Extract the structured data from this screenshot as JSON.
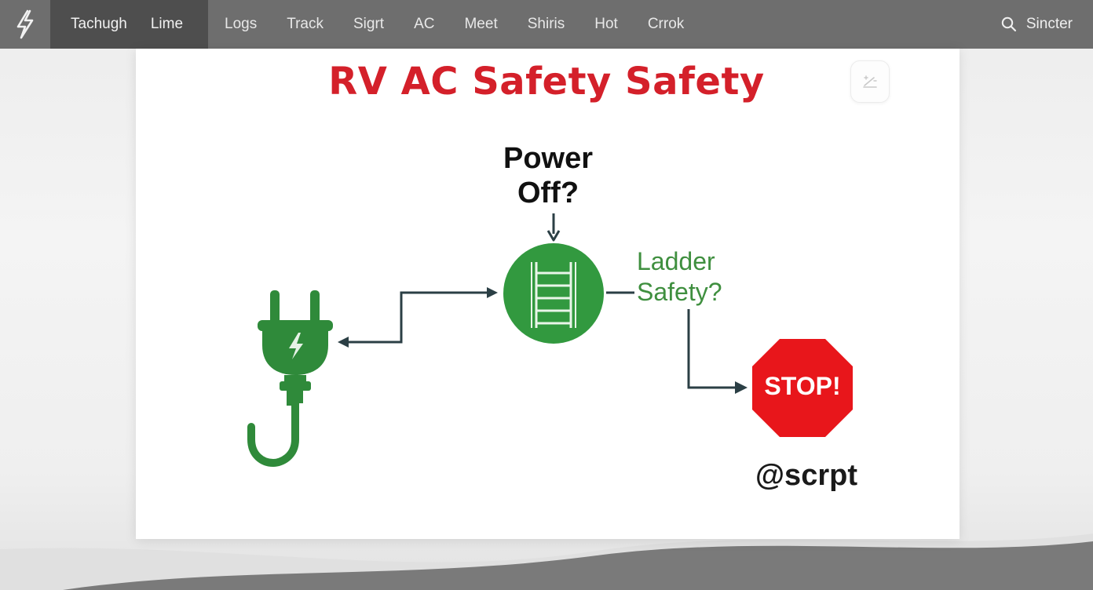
{
  "nav": {
    "logo_icon": "lightning-bolt-icon",
    "active_items": [
      "Tachugh",
      "Lime"
    ],
    "items": [
      "Logs",
      "Track",
      "Sigrt",
      "AC",
      "Meet",
      "Shiris",
      "Hot",
      "Crrok"
    ],
    "search_label": "Sincter",
    "search_icon": "search-icon"
  },
  "card": {
    "title": "RV AC Safety Safety",
    "corner_icon": "sparkle-edit-icon"
  },
  "diagram": {
    "power_label": [
      "Power",
      "Off?"
    ],
    "ladder_label": [
      "Ladder",
      "Safety?"
    ],
    "stop_text": "STOP!",
    "handle": "@scrpt",
    "plug_icon": "power-plug-icon",
    "ladder_icon": "ladder-icon",
    "stop_icon": "stop-sign-icon"
  },
  "colors": {
    "title_red": "#d4202a",
    "green": "#2f8a3a",
    "stop_red": "#e8161b",
    "arrow": "#2b3f45"
  }
}
